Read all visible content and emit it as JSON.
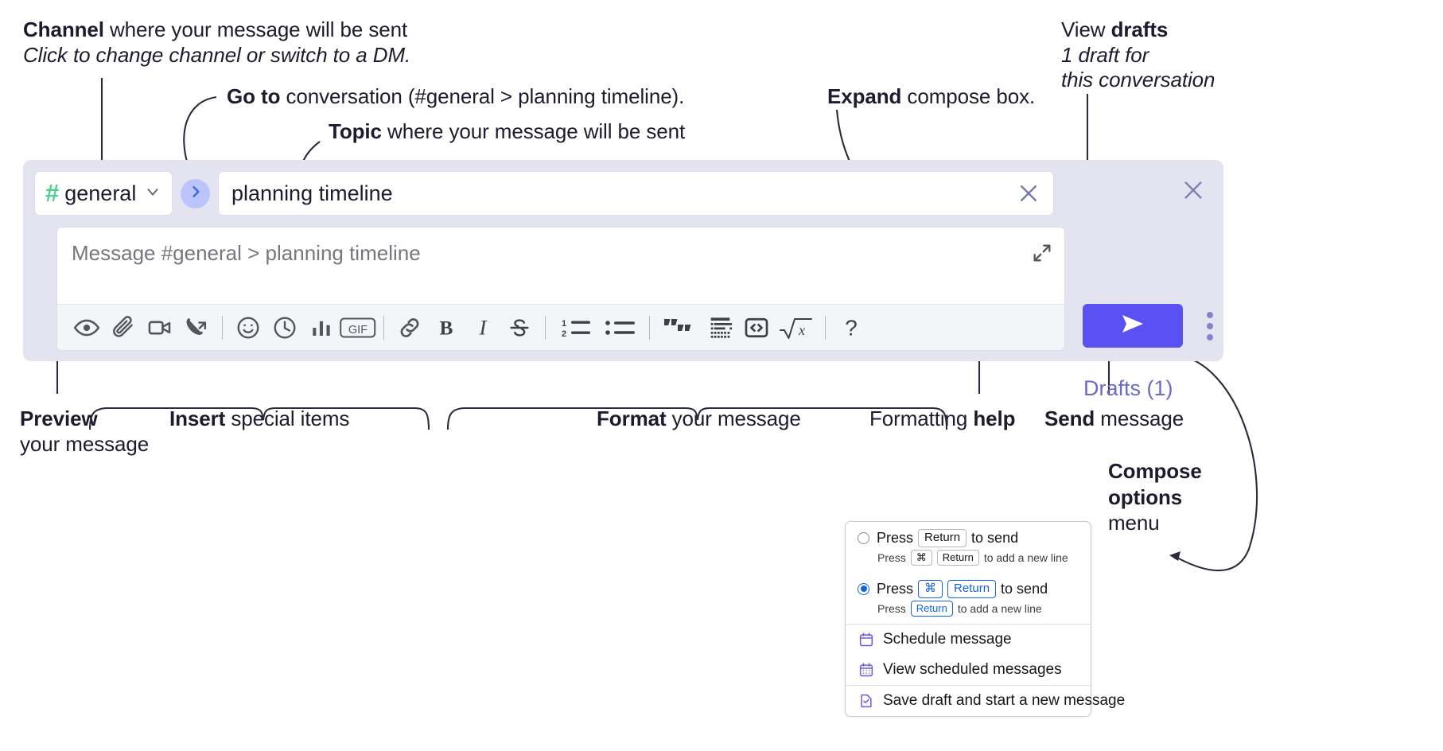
{
  "annotations": {
    "channel": {
      "line1_bold": "Channel",
      "line1_rest": " where your message will be sent",
      "line2": "Click to change channel or switch to a DM."
    },
    "goto": {
      "bold": "Go to",
      "rest": " conversation (#general > planning timeline)."
    },
    "topic": {
      "bold": "Topic",
      "rest": " where your message will be sent"
    },
    "expand": {
      "bold": "Expand",
      "rest": " compose box."
    },
    "drafts": {
      "line1_rest": "View ",
      "line1_bold": "drafts",
      "line2": "1 draft for",
      "line3": "this conversation"
    },
    "preview": {
      "bold": "Preview",
      "rest": "your message"
    },
    "insert": {
      "bold": "Insert",
      "rest": " special items"
    },
    "format": {
      "bold": "Format",
      "rest": " your message"
    },
    "help": {
      "rest": "Formatting ",
      "bold": "help"
    },
    "send": {
      "bold": "Send",
      "rest": " message"
    },
    "compose_options": {
      "bold1": "Compose",
      "bold2": "options",
      "rest": "menu"
    }
  },
  "compose": {
    "channel_name": "general",
    "hash_symbol": "#",
    "topic_value": "planning timeline",
    "message_placeholder": "Message #general > planning timeline",
    "drafts_label": "Drafts (1)",
    "toolbar": [
      {
        "name": "preview-icon",
        "label": "Preview"
      },
      {
        "name": "attachment-icon",
        "label": "Attach file"
      },
      {
        "name": "video-clip-icon",
        "label": "Record video clip"
      },
      {
        "name": "audio-clip-icon",
        "label": "Record audio clip"
      },
      {
        "name": "separator",
        "label": ""
      },
      {
        "name": "emoji-icon",
        "label": "Emoji"
      },
      {
        "name": "reminder-clock-icon",
        "label": "Reminder"
      },
      {
        "name": "poll-bar-chart-icon",
        "label": "Poll"
      },
      {
        "name": "gif-icon",
        "label": "GIF"
      },
      {
        "name": "separator",
        "label": ""
      },
      {
        "name": "link-icon",
        "label": "Link"
      },
      {
        "name": "bold-icon",
        "label": "Bold"
      },
      {
        "name": "italic-icon",
        "label": "Italic"
      },
      {
        "name": "strikethrough-icon",
        "label": "Strikethrough"
      },
      {
        "name": "separator",
        "label": ""
      },
      {
        "name": "ordered-list-icon",
        "label": "Ordered list"
      },
      {
        "name": "bulleted-list-icon",
        "label": "Bulleted list"
      },
      {
        "name": "separator",
        "label": ""
      },
      {
        "name": "blockquote-icon",
        "label": "Blockquote"
      },
      {
        "name": "code-block-icon",
        "label": "Code block"
      },
      {
        "name": "inline-code-icon",
        "label": "Code"
      },
      {
        "name": "math-icon",
        "label": "Math"
      },
      {
        "name": "separator",
        "label": ""
      },
      {
        "name": "help-question-icon",
        "label": "?"
      }
    ],
    "gif_label": "GIF",
    "help_label": "?",
    "math_label": "x"
  },
  "menu": {
    "option1": {
      "pre": "Press",
      "key": "Return",
      "post": "to send",
      "sub_pre": "Press",
      "sub_key1": "⌘",
      "sub_key2": "Return",
      "sub_post": "to add a new line",
      "selected": false
    },
    "option2": {
      "pre": "Press",
      "key1": "⌘",
      "key2": "Return",
      "post": "to send",
      "sub_pre": "Press",
      "sub_key": "Return",
      "sub_post": "to add a new line",
      "selected": true
    },
    "items": [
      {
        "icon": "calendar-icon",
        "label": "Schedule message"
      },
      {
        "icon": "calendar-grid-icon",
        "label": "View scheduled messages"
      },
      {
        "icon": "draft-check-icon",
        "label": "Save draft and start a new message"
      }
    ]
  },
  "colors": {
    "panel_bg": "#e4e4f0",
    "send_button": "#5b51f2",
    "hash_green": "#4fcf8f",
    "goto_circle": "#bcc5fb",
    "drafts_text": "#6b6bc4",
    "key_blue": "#1264e0",
    "menu_icon": "#6b5ce7"
  }
}
